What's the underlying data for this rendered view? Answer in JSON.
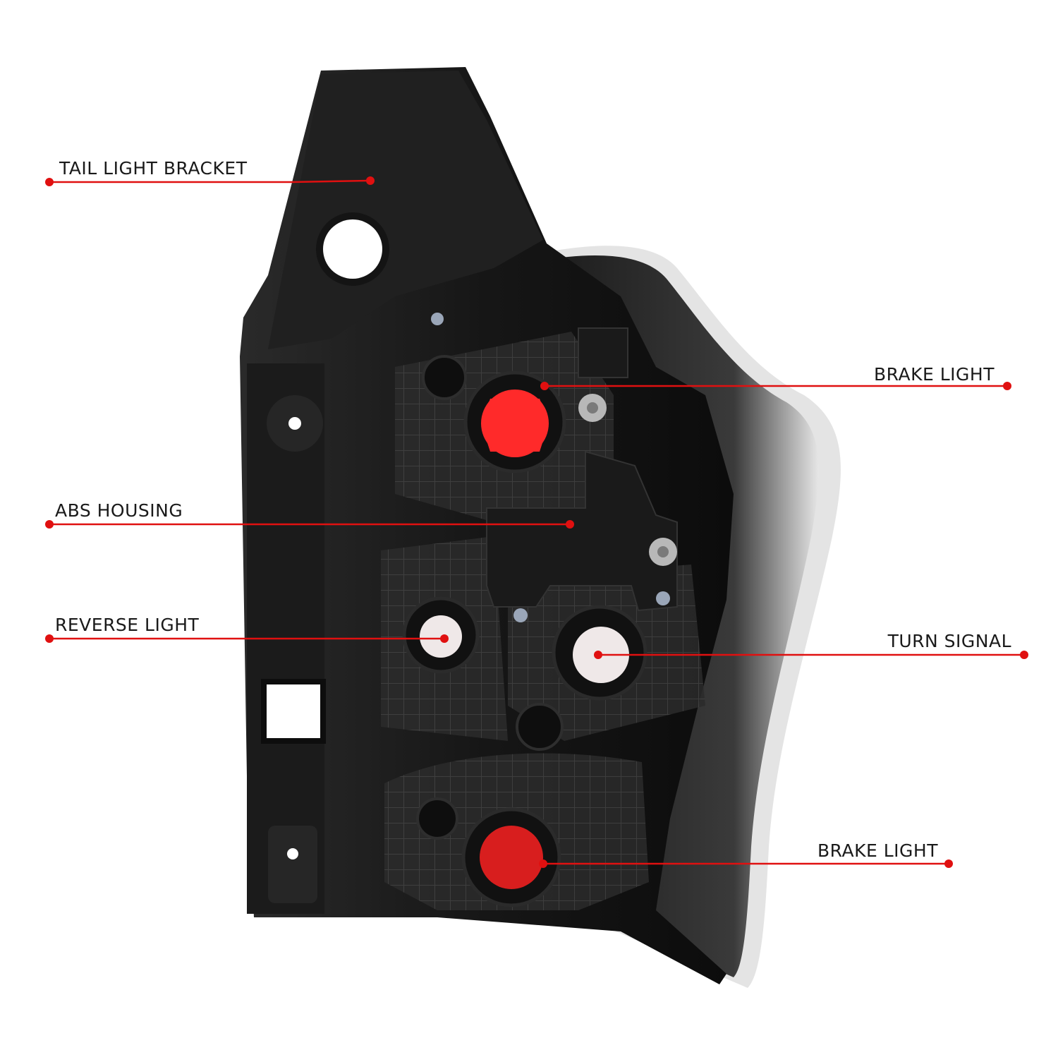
{
  "colors": {
    "background": "#ffffff",
    "callout": "#e01010",
    "housing": "#141414",
    "lens_edge": "#d8d8d8",
    "bulb_red": "#ff2a2a",
    "bulb_white": "#efe8e8"
  },
  "callouts": {
    "tail_light_bracket": "TAIL LIGHT BRACKET",
    "brake_light_top": "BRAKE LIGHT",
    "abs_housing": "ABS HOUSING",
    "reverse_light": "REVERSE LIGHT",
    "turn_signal": "TURN SIGNAL",
    "brake_light_bottom": "BRAKE LIGHT"
  }
}
